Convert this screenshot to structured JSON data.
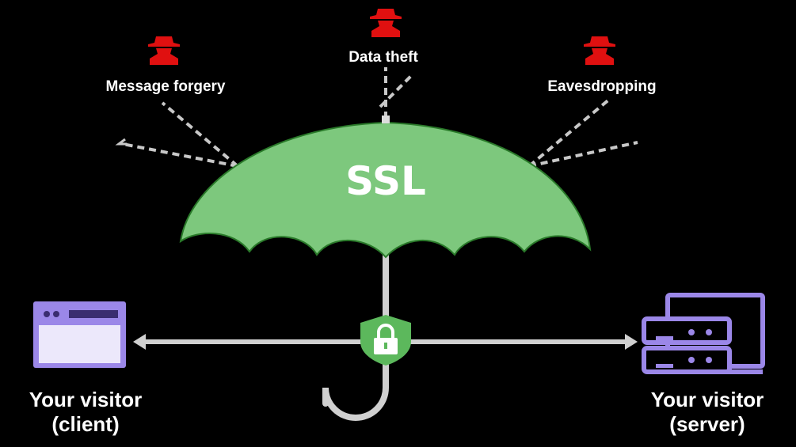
{
  "umbrella_label": "SSL",
  "threats": [
    {
      "label": "Message forgery",
      "icon": "spy-icon"
    },
    {
      "label": "Data theft",
      "icon": "spy-icon"
    },
    {
      "label": "Eavesdropping",
      "icon": "spy-icon"
    }
  ],
  "client": {
    "line1": "Your visitor",
    "line2": "(client)",
    "icon": "browser-window-icon"
  },
  "server": {
    "line1": "Your visitor",
    "line2": "(server)",
    "icon": "server-icon"
  },
  "colors": {
    "umbrella": "#7dc87d",
    "threat": "#e01010",
    "device": "#9b87e8",
    "line": "#d0d0d0",
    "background": "#000000"
  }
}
